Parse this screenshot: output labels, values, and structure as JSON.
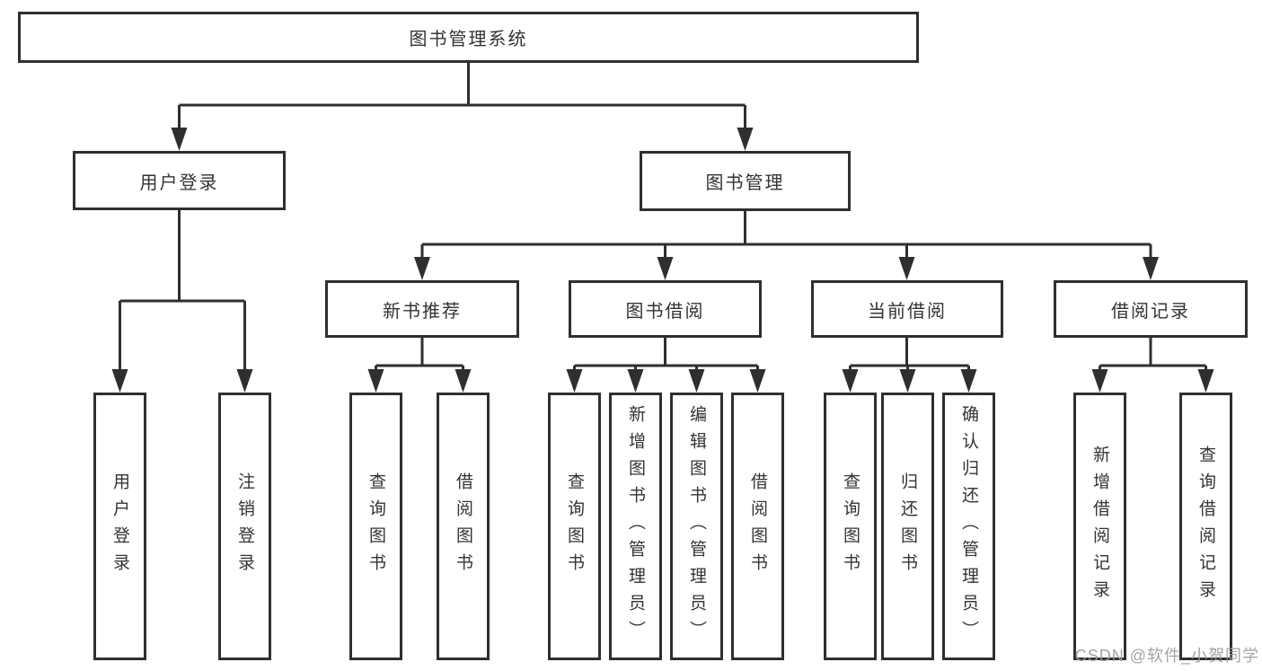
{
  "diagram": {
    "type": "hierarchy-tree",
    "colors": {
      "line": "#2f2f2f",
      "border": "#2f2f2f",
      "text": "#333333",
      "background": "#ffffff",
      "watermark": "#9b9ba3"
    },
    "tree": {
      "label": "图书管理系统",
      "children": [
        {
          "label": "用户登录",
          "children": [
            {
              "label": "用户登录"
            },
            {
              "label": "注销登录"
            }
          ]
        },
        {
          "label": "图书管理",
          "children": [
            {
              "label": "新书推荐",
              "children": [
                {
                  "label": "查询图书"
                },
                {
                  "label": "借阅图书"
                }
              ]
            },
            {
              "label": "图书借阅",
              "children": [
                {
                  "label": "查询图书"
                },
                {
                  "label": "新增图书（管理员）"
                },
                {
                  "label": "编辑图书（管理员）"
                },
                {
                  "label": "借阅图书"
                }
              ]
            },
            {
              "label": "当前借阅",
              "children": [
                {
                  "label": "查询图书"
                },
                {
                  "label": "归还图书"
                },
                {
                  "label": "确认归还（管理员）"
                }
              ]
            },
            {
              "label": "借阅记录",
              "children": [
                {
                  "label": "新增借阅记录"
                },
                {
                  "label": "查询借阅记录"
                }
              ]
            }
          ]
        }
      ]
    },
    "watermark": "CSDN @软件_小贺同学"
  }
}
